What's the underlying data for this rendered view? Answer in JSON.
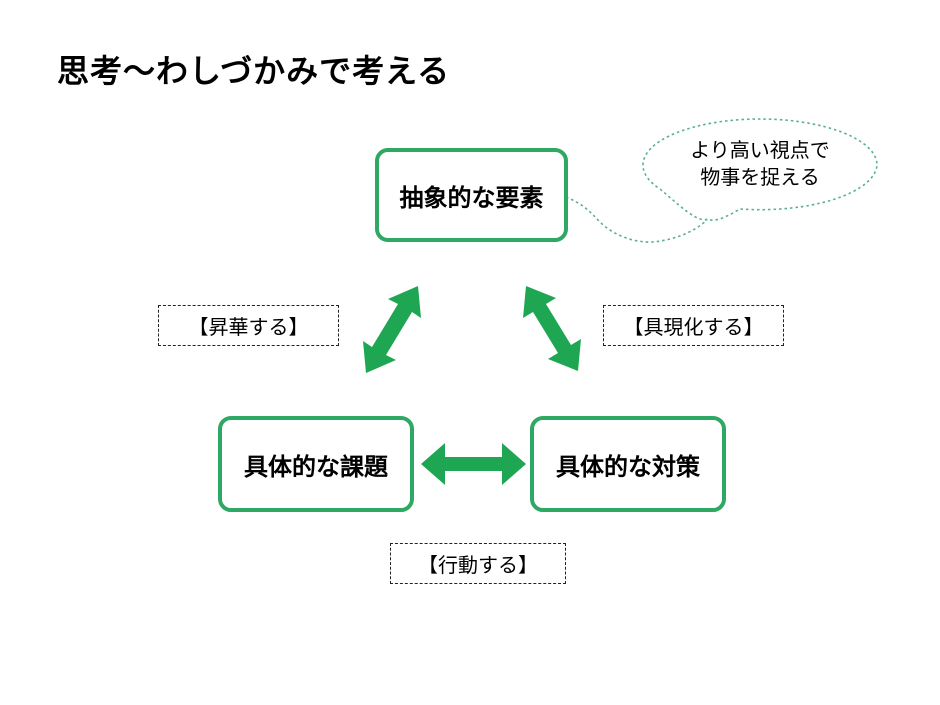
{
  "title": "思考～わしづかみで考える",
  "nodes": {
    "abstract": {
      "label": "抽象的な要素"
    },
    "issue": {
      "label": "具体的な課題"
    },
    "measure": {
      "label": "具体的な対策"
    }
  },
  "process_labels": {
    "sublimate": "【昇華する】",
    "materialize": "【具現化する】",
    "act": "【行動する】"
  },
  "callout": {
    "line1": "より高い視点で",
    "line2": "物事を捉える"
  },
  "colors": {
    "box_border": "#2fa863",
    "arrow": "#1fa653",
    "callout_stroke": "#58b093",
    "text": "#000000",
    "background": "#ffffff"
  }
}
